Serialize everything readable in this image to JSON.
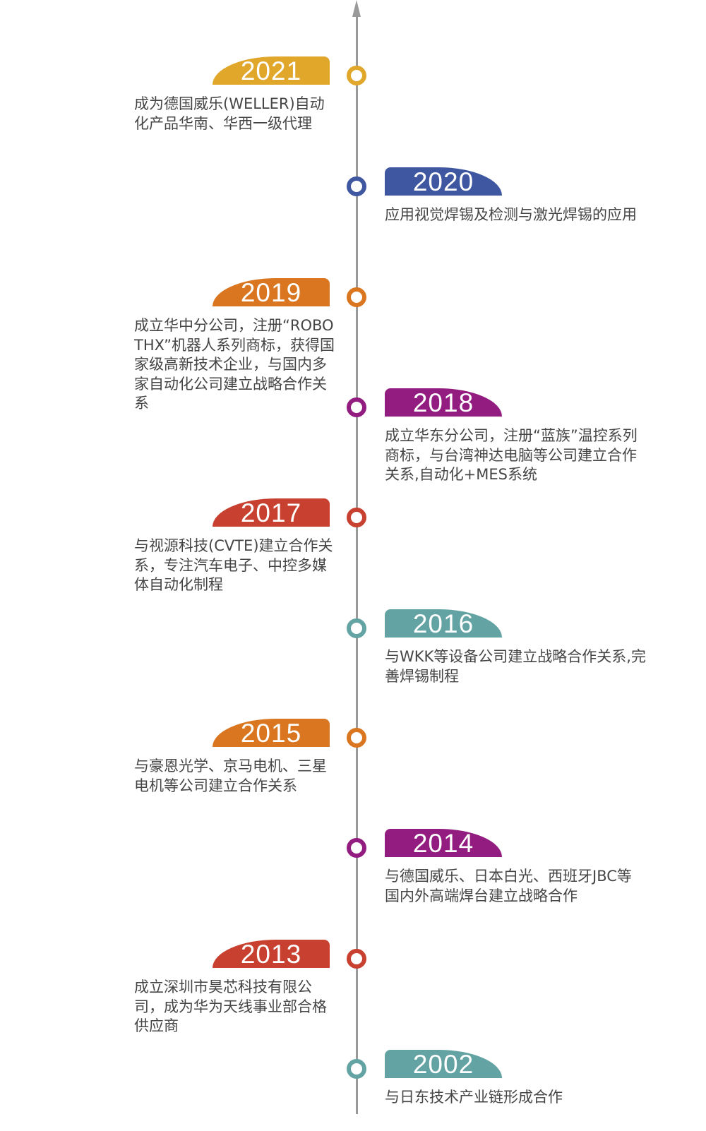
{
  "colors": {
    "axis": "#9a9a9a",
    "gold": "#e0a72b",
    "blue": "#3f57a0",
    "orange": "#d9761f",
    "purple": "#921c7f",
    "red": "#c8402f",
    "teal": "#64a3a3"
  },
  "milestones": [
    {
      "year": "2021",
      "side": "left",
      "color": "#e0a72b",
      "text": "成为德国威乐(WELLER)自动化产品华南、华西一级代理"
    },
    {
      "year": "2020",
      "side": "right",
      "color": "#3f57a0",
      "text": "应用视觉焊锡及检测与激光焊锡的应用"
    },
    {
      "year": "2019",
      "side": "left",
      "color": "#d9761f",
      "text": "成立华中分公司，注册“ROBOTHX”机器人系列商标，获得国家级高新技术企业，与国内多家自动化公司建立战略合作关系"
    },
    {
      "year": "2018",
      "side": "right",
      "color": "#921c7f",
      "text": "成立华东分公司，注册“蓝族”温控系列商标，与台湾神达电脑等公司建立合作关系,自动化+MES系统"
    },
    {
      "year": "2017",
      "side": "left",
      "color": "#c8402f",
      "text": "与视源科技(CVTE)建立合作关系，专注汽车电子、中控多媒体自动化制程"
    },
    {
      "year": "2016",
      "side": "right",
      "color": "#64a3a3",
      "text": "与WKK等设备公司建立战略合作关系,完善焊锡制程"
    },
    {
      "year": "2015",
      "side": "left",
      "color": "#d9761f",
      "text": "与豪恩光学、京马电机、三星电机等公司建立合作关系"
    },
    {
      "year": "2014",
      "side": "right",
      "color": "#921c7f",
      "text": "与德国威乐、日本白光、西班牙JBC等国内外高端焊台建立战略合作"
    },
    {
      "year": "2013",
      "side": "left",
      "color": "#c8402f",
      "text": "成立深圳市昊芯科技有限公司，成为华为天线事业部合格供应商"
    },
    {
      "year": "2002",
      "side": "right",
      "color": "#64a3a3",
      "text": "与日东技术产业链形成合作"
    }
  ]
}
